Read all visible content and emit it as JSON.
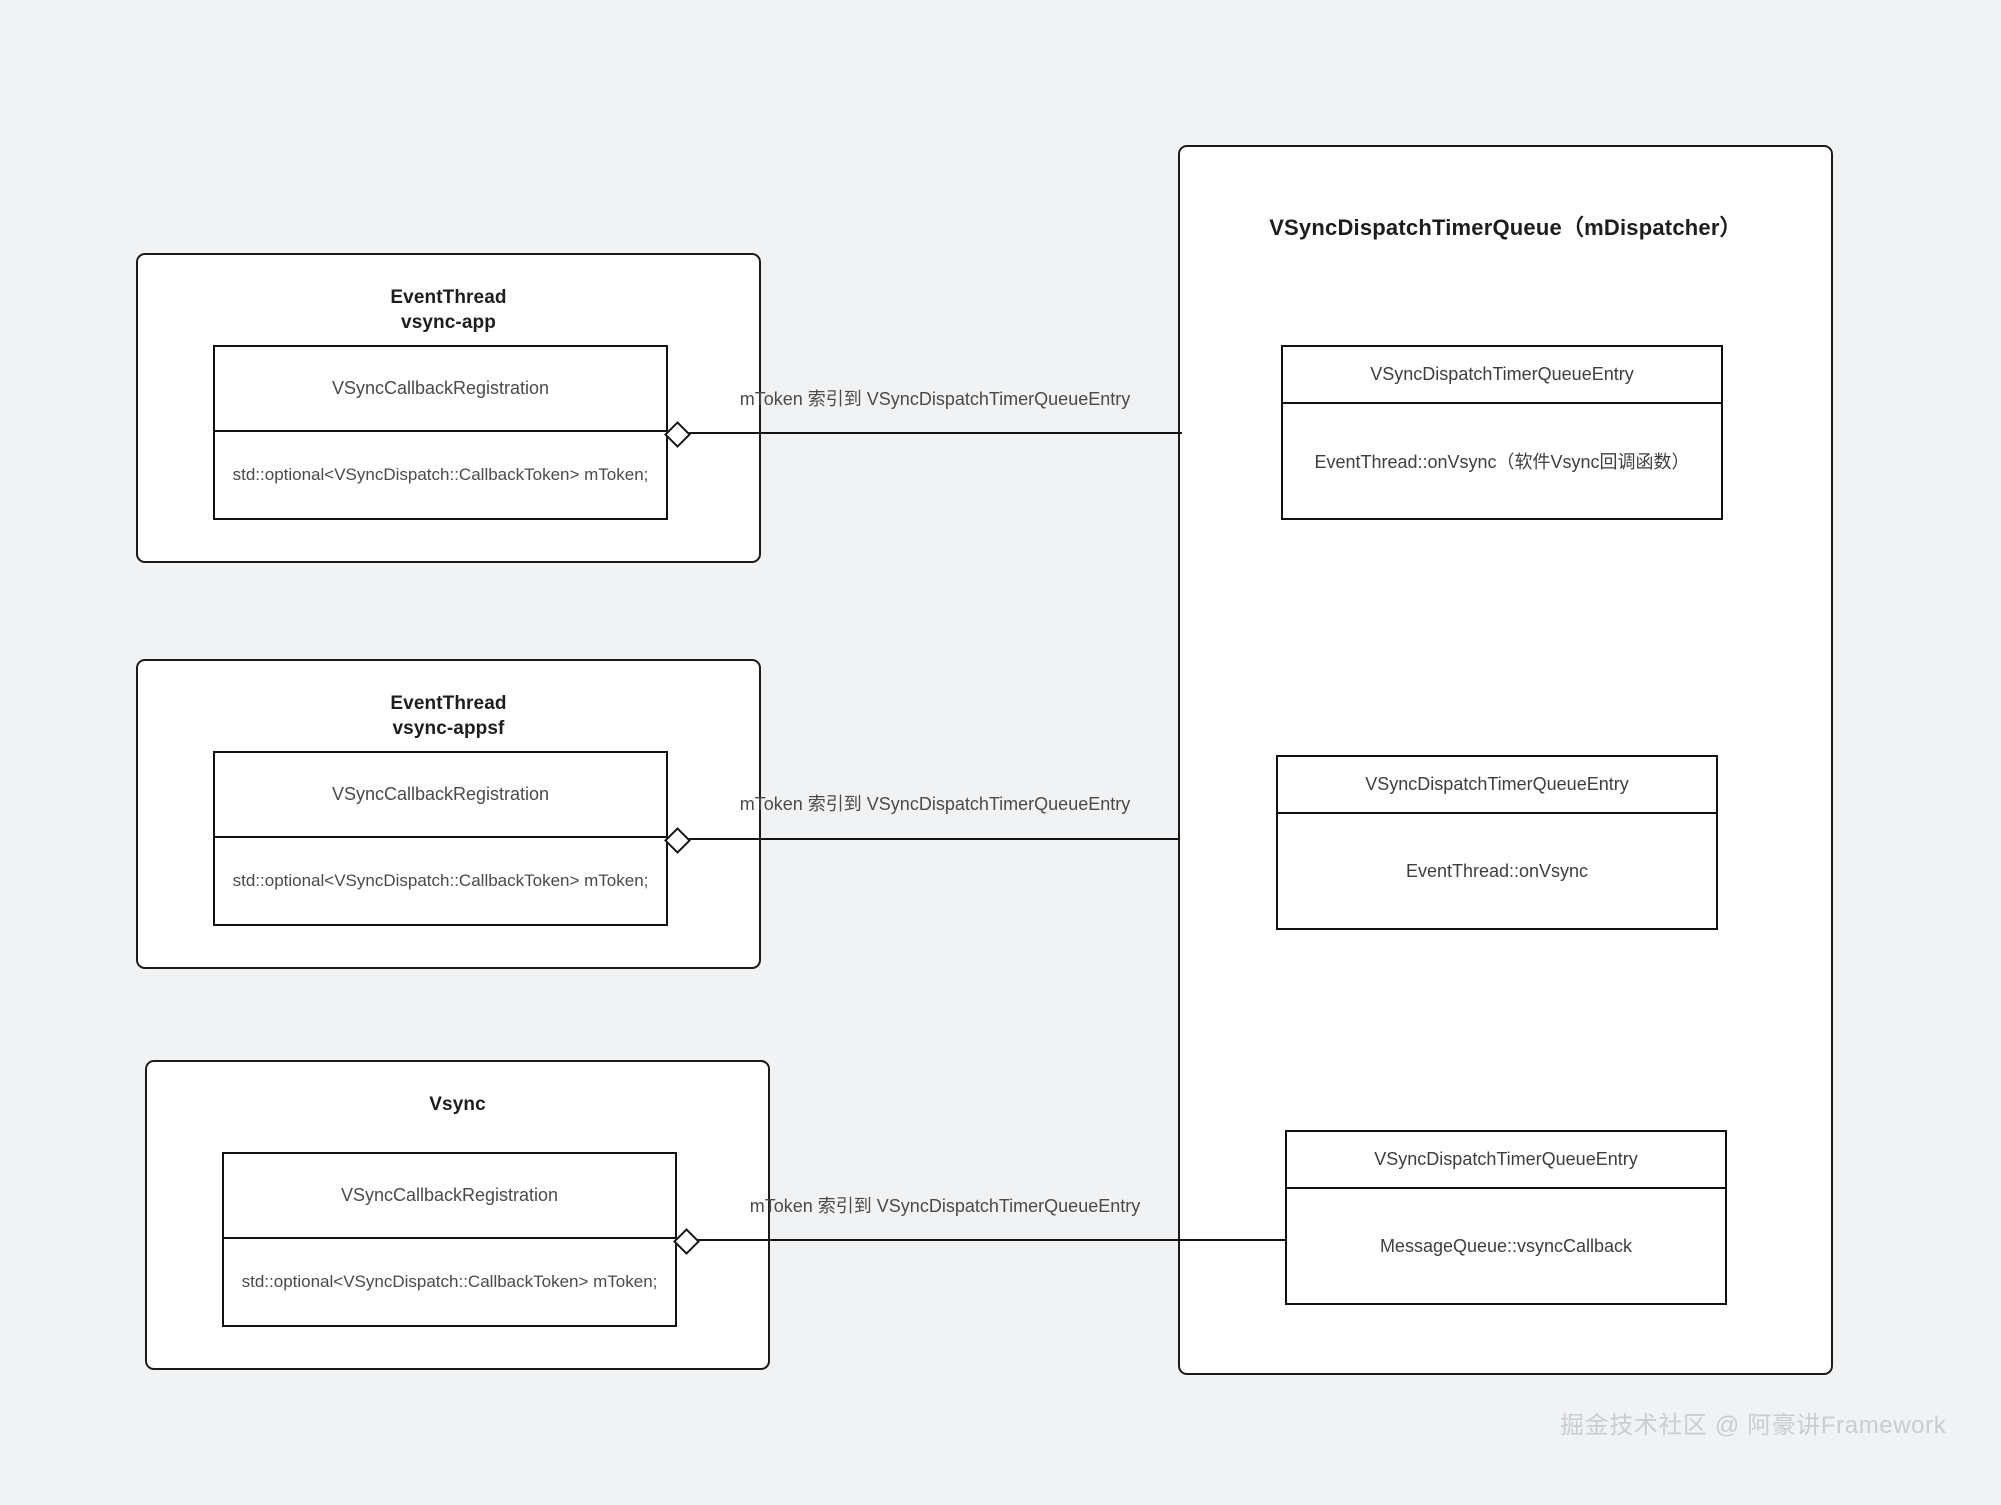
{
  "background_color": "#f1f2f4",
  "stroke_color": "#141414",
  "text_color": "#4a4a4a",
  "dispatcher": {
    "title": "VSyncDispatchTimerQueue（mDispatcher）",
    "entries": [
      {
        "class_name": "VSyncDispatchTimerQueueEntry",
        "callback": "EventThread::onVsync（软件Vsync回调函数）"
      },
      {
        "class_name": "VSyncDispatchTimerQueueEntry",
        "callback": "EventThread::onVsync"
      },
      {
        "class_name": "VSyncDispatchTimerQueueEntry",
        "callback": "MessageQueue::vsyncCallback"
      }
    ]
  },
  "actors": [
    {
      "title_line1": "EventThread",
      "title_line2": "vsync-app",
      "registration": {
        "class_name": "VSyncCallbackRegistration",
        "attribute": "std::optional<VSyncDispatch::CallbackToken> mToken;"
      }
    },
    {
      "title_line1": "EventThread",
      "title_line2": "vsync-appsf",
      "registration": {
        "class_name": "VSyncCallbackRegistration",
        "attribute": "std::optional<VSyncDispatch::CallbackToken> mToken;"
      }
    },
    {
      "title_line1": "Vsync",
      "title_line2": "",
      "registration": {
        "class_name": "VSyncCallbackRegistration",
        "attribute": "std::optional<VSyncDispatch::CallbackToken> mToken;"
      }
    }
  ],
  "connectors": [
    {
      "label": "mToken 索引到 VSyncDispatchTimerQueueEntry"
    },
    {
      "label": "mToken 索引到 VSyncDispatchTimerQueueEntry"
    },
    {
      "label": "mToken 索引到 VSyncDispatchTimerQueueEntry"
    }
  ],
  "watermark": "掘金技术社区 @ 阿豪讲Framework"
}
